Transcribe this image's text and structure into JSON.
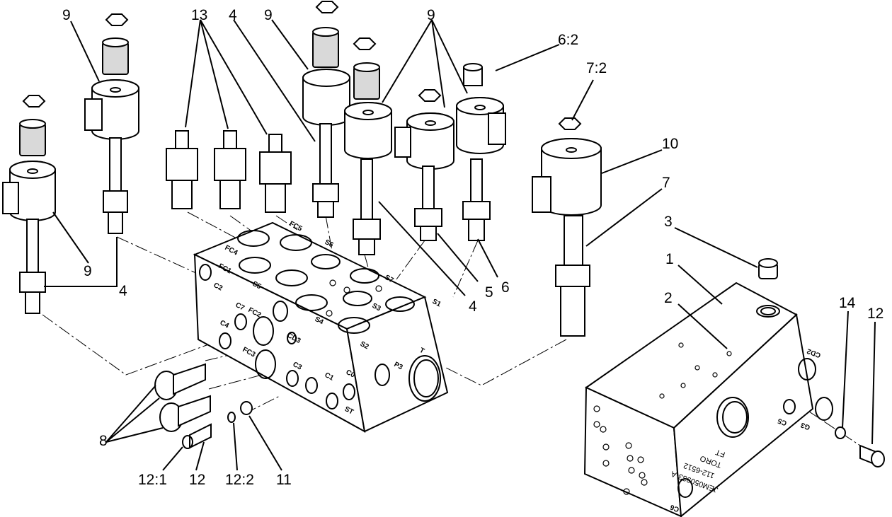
{
  "callouts": {
    "c_9a": "9",
    "c_9b": "9",
    "c_9c": "9",
    "c_9d": "9",
    "c_13": "13",
    "c_4a": "4",
    "c_4b": "4",
    "c_4c": "4",
    "c_6_2": "6:2",
    "c_7_2": "7:2",
    "c_10": "10",
    "c_7": "7",
    "c_3": "3",
    "c_1": "1",
    "c_2": "2",
    "c_14": "14",
    "c_12a": "12",
    "c_5": "5",
    "c_6": "6",
    "c_8": "8",
    "c_12_1": "12:1",
    "c_12b": "12",
    "c_12_2": "12:2",
    "c_11": "11"
  },
  "ports": {
    "fc4": "FC4",
    "fc5": "FC5",
    "fc1": "FC1",
    "s6": "S6",
    "s5": "S5",
    "s7": "S7",
    "s4": "S4",
    "s3": "S3",
    "s1": "S1",
    "s2": "S2",
    "c2": "C2",
    "c7": "C7",
    "fc2": "FC2",
    "c4": "C4",
    "cd3": "CD3",
    "fc3": "FC3",
    "c3": "C3",
    "c1": "C1",
    "c0": "C0",
    "st": "ST",
    "p3": "P3",
    "t": "T",
    "cd2": "CD2",
    "c5": "C5",
    "g3": "G3",
    "c6": "C6"
  },
  "stamp": {
    "line1": "JEM050933-A",
    "line2": "112-6512",
    "line3": "TORO",
    "line4": "FT"
  }
}
